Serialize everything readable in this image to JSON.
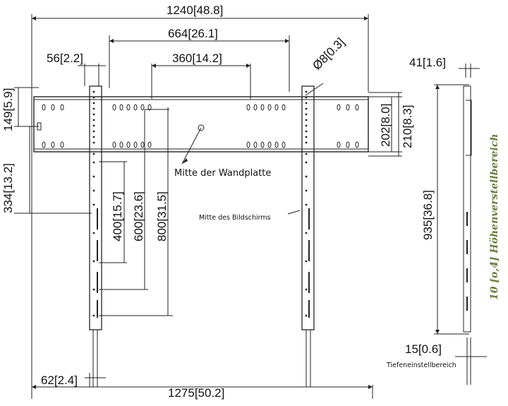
{
  "dims": {
    "w1240": "1240[48.8]",
    "w664": "664[26.1]",
    "w360": "360[14.2]",
    "w56": "56[2.2]",
    "dia8": "Ø8[0.3]",
    "w41": "41[1.6]",
    "h149": "149[5.9]",
    "h334": "334[13.2]",
    "h202": "202[8.0]",
    "h210": "210[8.3]",
    "h400": "400[15.7]",
    "h600": "600[23.6]",
    "h800": "800[31.5]",
    "h935": "935[36.8]",
    "w15": "15[0.6]",
    "w62": "62[2.4]",
    "w1275": "1275[50.2]"
  },
  "labels": {
    "wall_plate_center": "Mitte der Wandplatte",
    "screen_center": "Mitte des Bildschirms",
    "depth_adjust": "Tiefeneinstellbereich",
    "height_adjust": "10 [o,4] Höhenverstellbereich"
  },
  "colors": {
    "line": "#222222",
    "accent_green": "#6b7d3a"
  }
}
